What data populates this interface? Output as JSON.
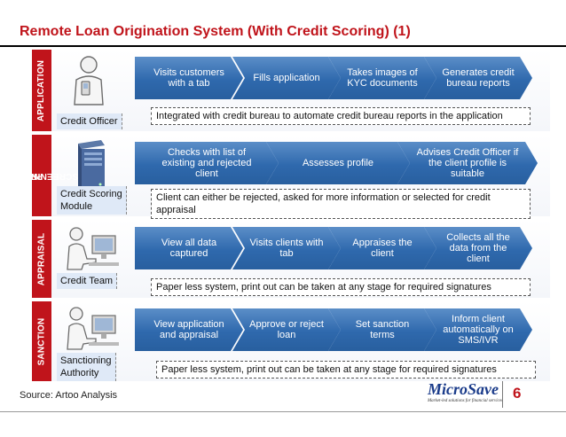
{
  "title": "Remote Loan Origination System (With Credit Scoring) (1)",
  "colors": {
    "accent": "#c0141b",
    "chevron": "#2f69ad",
    "label_bg": "#dfe9f7",
    "brand": "#1a3b8a"
  },
  "stages": [
    {
      "tab": "APPLICATION",
      "icon": "officer-with-phone-icon",
      "actor": "Credit Officer",
      "steps": [
        "Visits customers with a tab",
        "Fills application",
        "Takes images of KYC documents",
        "Generates credit bureau reports"
      ],
      "note": "Integrated with credit bureau to automate credit bureau reports in the application"
    },
    {
      "tab_line1": "PRE-",
      "tab_line2": "SCREENING",
      "icon": "server-icon",
      "actor_line1": "Credit Scoring",
      "actor_line2": "Module",
      "steps": [
        "Checks with list of existing and rejected client",
        "Assesses profile",
        "Advises Credit Officer if the client profile is suitable"
      ],
      "note": "Client can either be rejected, asked for more information or selected for credit appraisal"
    },
    {
      "tab": "APPRAISAL",
      "icon": "person-at-computer-icon",
      "actor": "Credit Team",
      "steps": [
        "View all data captured",
        "Visits clients with tab",
        "Appraises the client",
        "Collects all the data from the client"
      ],
      "note": "Paper less system, print out can be taken at any stage for required signatures"
    },
    {
      "tab": "SANCTION",
      "icon": "person-at-computer-icon",
      "actor_line1": "Sanctioning",
      "actor_line2": "Authority",
      "steps": [
        "View application and appraisal",
        "Approve or reject loan",
        "Set sanction terms",
        "Inform client automatically on SMS/IVR"
      ],
      "note": "Paper less system, print out can be taken at any stage for required signatures"
    }
  ],
  "footer": {
    "source": "Source: Artoo Analysis",
    "brand": "MicroSave",
    "tagline": "Market-led solutions for financial services",
    "page": "6"
  }
}
